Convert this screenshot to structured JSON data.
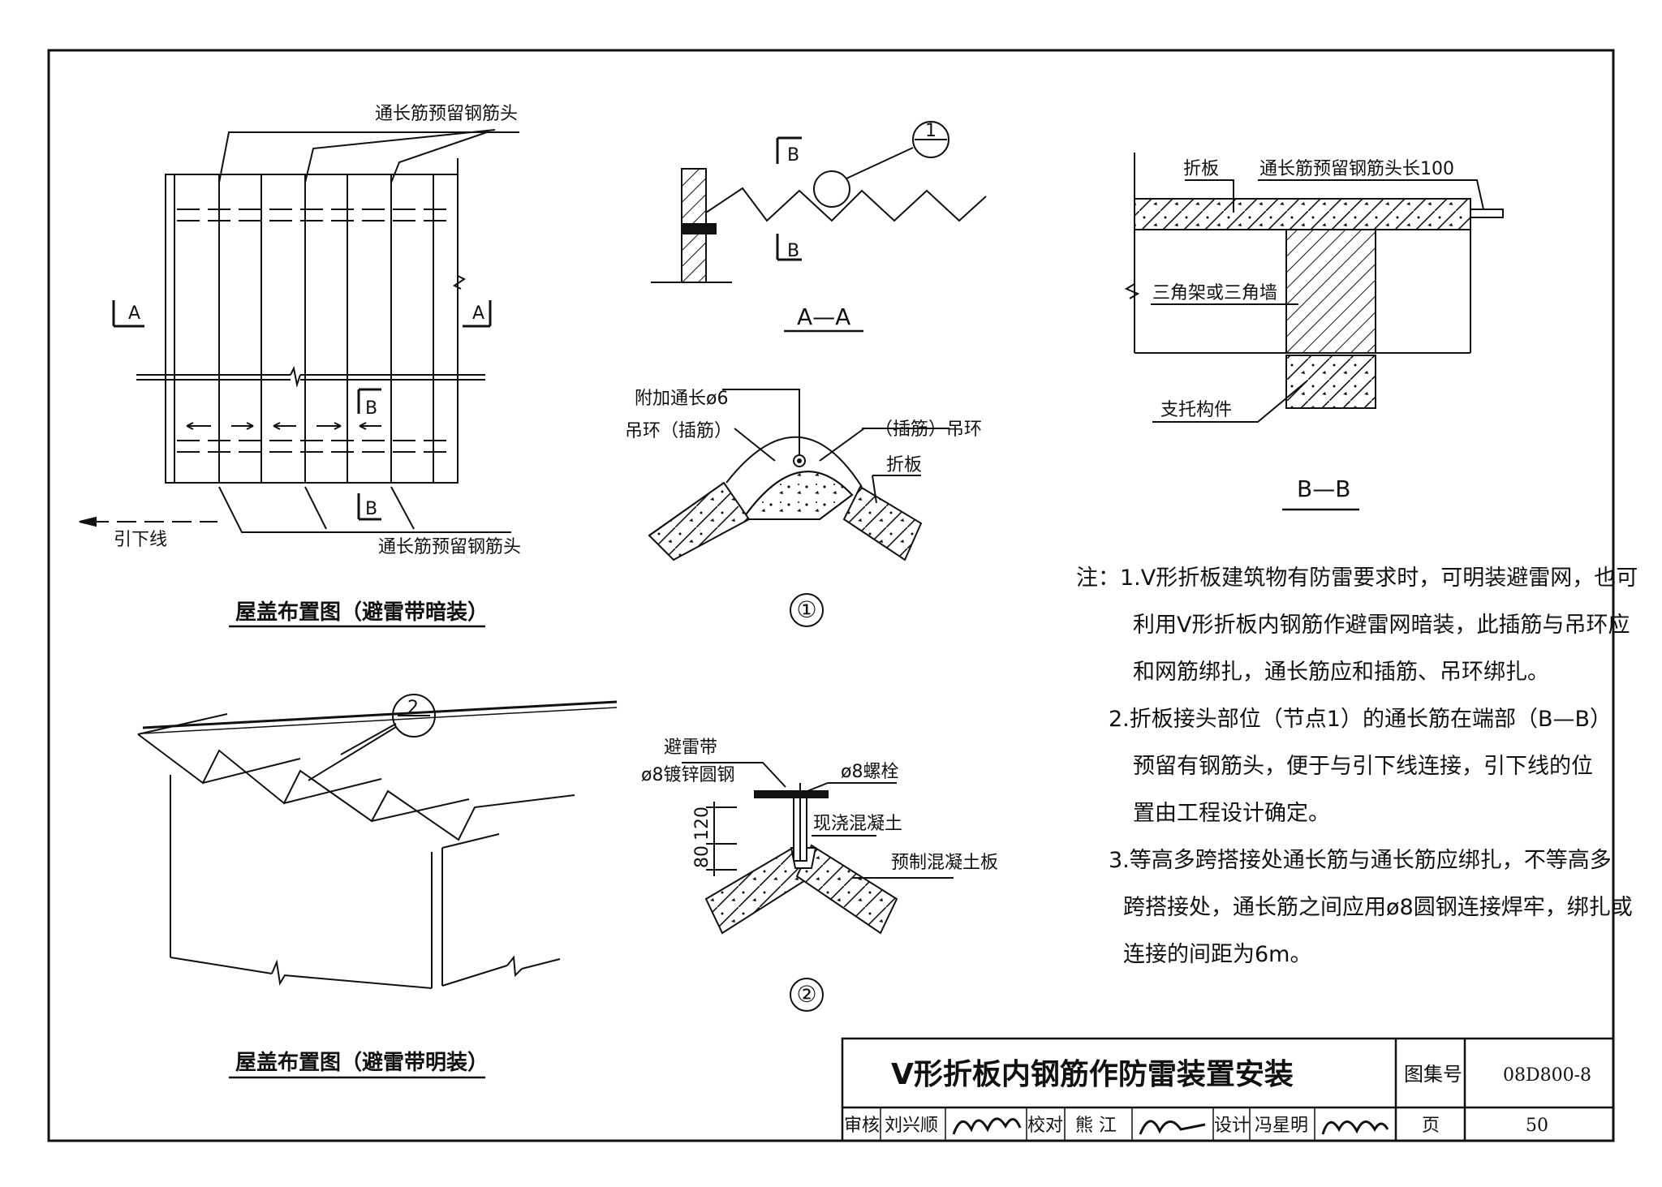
{
  "plan_dark": {
    "top_label": "通长筋预留钢筋头",
    "bottom_label": "通长筋预留钢筋头",
    "down_lead": "引下线",
    "sec_a_left": "A",
    "sec_a_right": "A",
    "sec_b_top": "B",
    "sec_b_bottom": "B",
    "caption": "屋盖布置图（避雷带暗装）"
  },
  "plan_open": {
    "detail_no": "2",
    "caption": "屋盖布置图（避雷带明装）"
  },
  "section_aa": {
    "detail_no": "1",
    "sec_b_top": "B",
    "sec_b_bottom": "B",
    "caption": "A—A"
  },
  "detail_1": {
    "additional_bar": "附加通长ø6",
    "lift_ring_left": "吊环（插筋）",
    "lift_ring_right": "（插筋）吊环",
    "folded_plate": "折板",
    "caption": "①"
  },
  "detail_2": {
    "lightning_belt": "避雷带",
    "round_steel": "ø8镀锌圆钢",
    "bolt": "ø8螺栓",
    "cast_concrete": "现浇混凝土",
    "precast_slab": "预制混凝土板",
    "dim_120": "120",
    "dim_80": "80",
    "caption": "②"
  },
  "section_bb": {
    "folded_plate": "折板",
    "bar_stub": "通长筋预留钢筋头长100",
    "truss_wall": "三角架或三角墙",
    "support": "支托构件",
    "caption": "B—B"
  },
  "notes": {
    "n1_l1": "注：1.V形折板建筑物有防雷要求时，可明装避雷网，也可",
    "n1_l2": "利用V形折板内钢筋作避雷网暗装，此插筋与吊环应",
    "n1_l3": "和网筋绑扎，通长筋应和插筋、吊环绑扎。",
    "n2_l1": "2.折板接头部位（节点1）的通长筋在端部（B—B）",
    "n2_l2": "预留有钢筋头，便于与引下线连接，引下线的位",
    "n2_l3": "置由工程设计确定。",
    "n3_l1": "3.等高多跨搭接处通长筋与通长筋应绑扎，不等高多",
    "n3_l2": "跨搭接处，通长筋之间应用ø8圆钢连接焊牢，绑扎或",
    "n3_l3": "连接的间距为6m。"
  },
  "title_block": {
    "title": "V形折板内钢筋作防雷装置安装",
    "atlas_label": "图集号",
    "atlas_no": "08D800-8",
    "review_label": "审核",
    "reviewer": "刘兴顺",
    "check_label": "校对",
    "checker": "熊 江",
    "design_label": "设计",
    "designer": "冯星明",
    "page_label": "页",
    "page_no": "50"
  }
}
